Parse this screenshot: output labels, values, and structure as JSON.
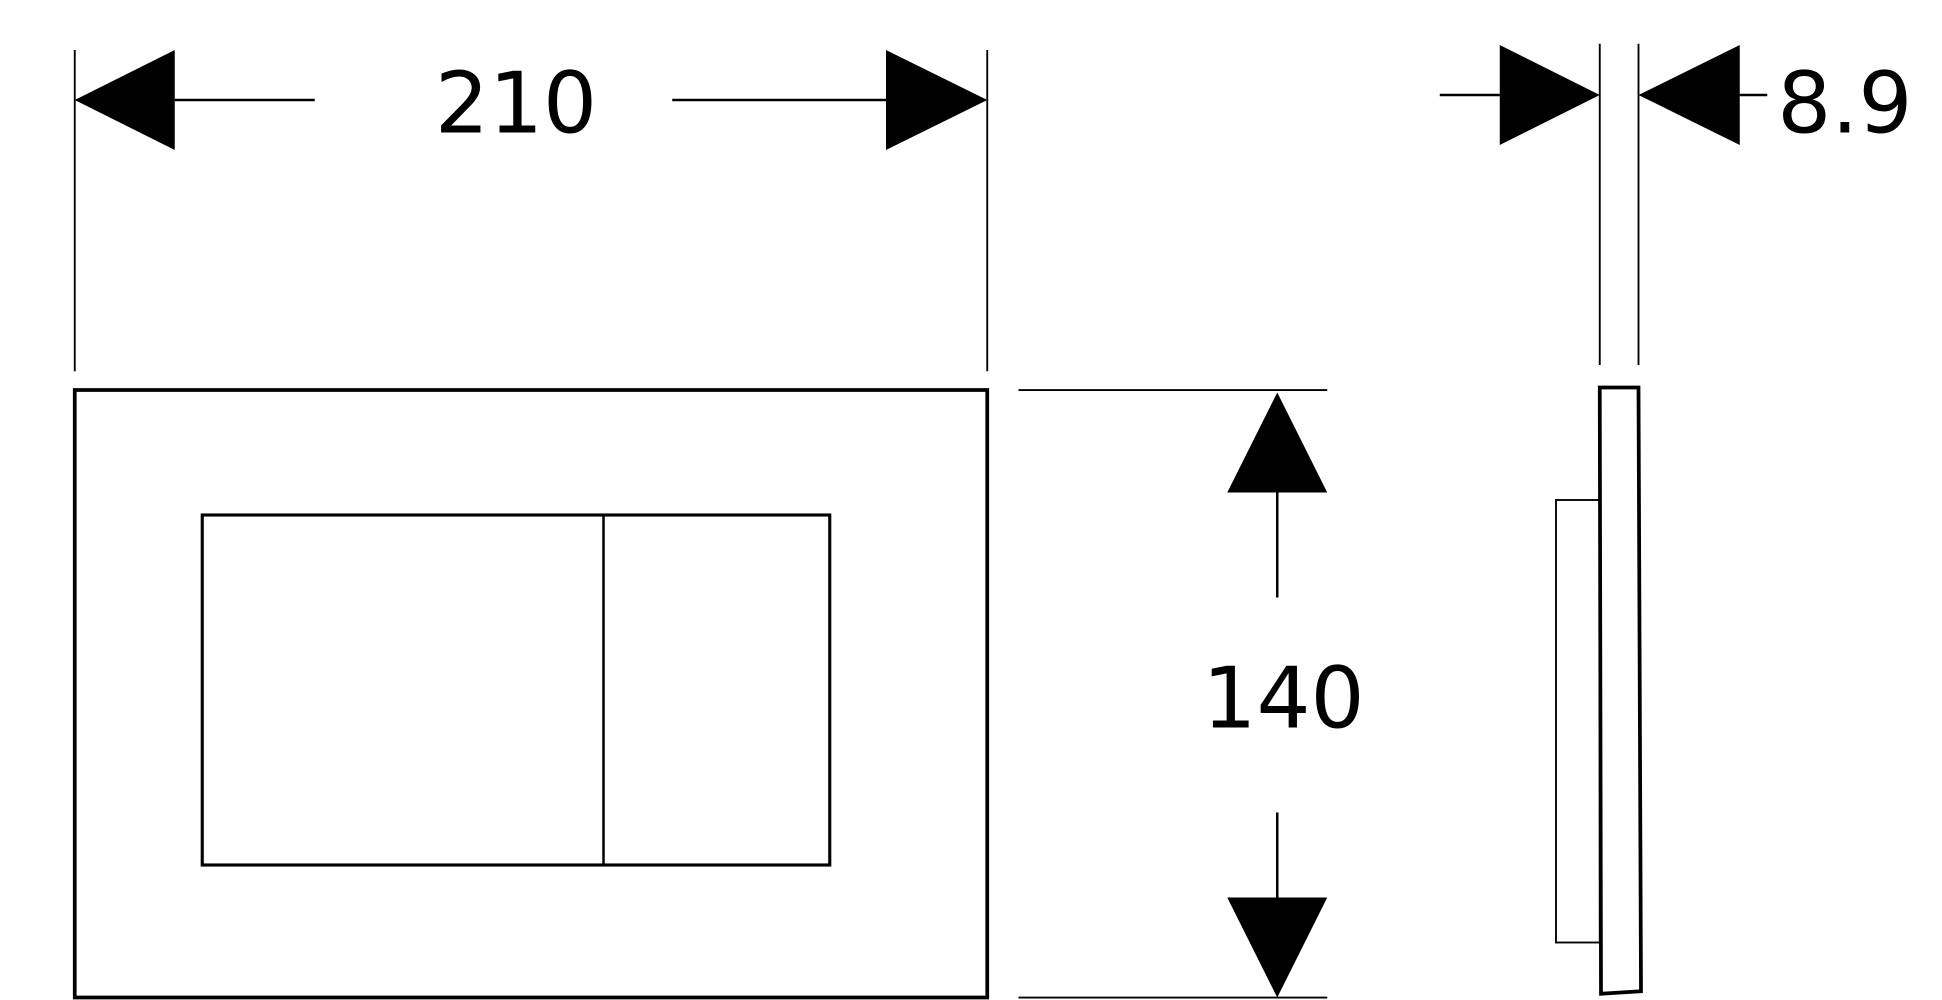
{
  "dimensions": {
    "width_label": "210",
    "height_label": "140",
    "thickness_label": "8.9"
  },
  "colors": {
    "line": "#000000",
    "background": "#ffffff"
  }
}
